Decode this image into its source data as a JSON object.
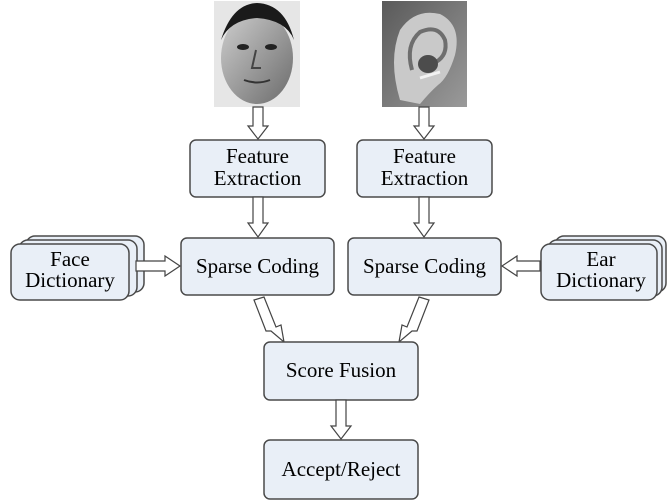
{
  "nodes": {
    "feature_extraction_left": [
      "Feature",
      "Extraction"
    ],
    "feature_extraction_right": [
      "Feature",
      "Extraction"
    ],
    "sparse_coding_left": "Sparse Coding",
    "sparse_coding_right": "Sparse Coding",
    "face_dictionary": [
      "Face",
      "Dictionary"
    ],
    "ear_dictionary": [
      "Ear",
      "Dictionary"
    ],
    "score_fusion": "Score Fusion",
    "decision": "Accept/Reject"
  },
  "images": {
    "face": "face photo",
    "ear": "ear photo"
  },
  "colors": {
    "box_fill": "#e9eff7",
    "box_stroke": "#4a4a4a",
    "arrow_fill": "#ffffff",
    "arrow_stroke": "#444444"
  }
}
